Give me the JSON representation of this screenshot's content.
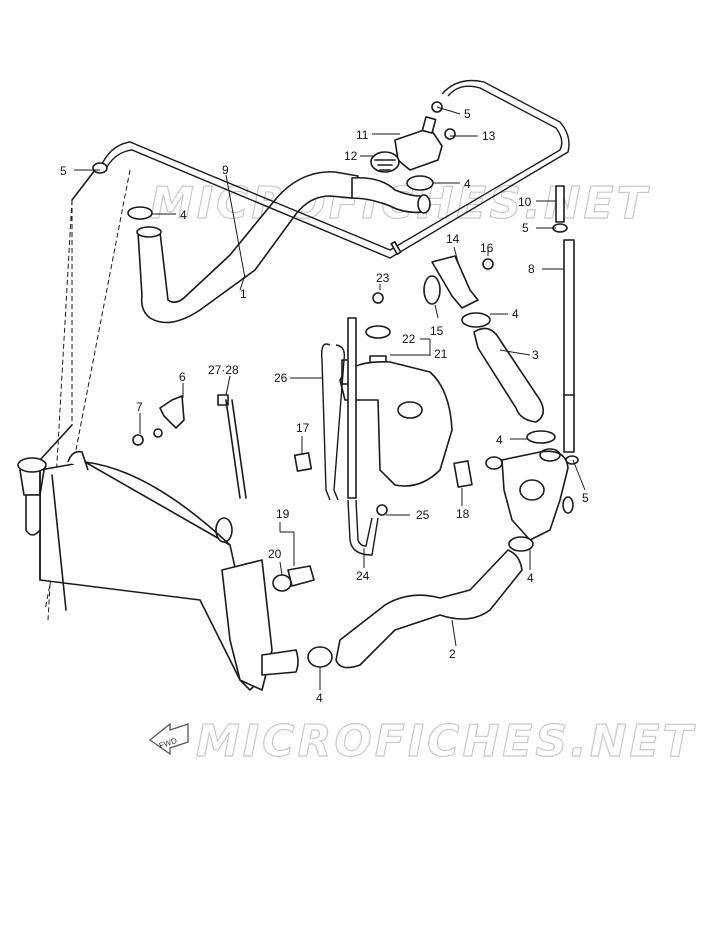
{
  "watermark": {
    "top_text": "MICROFICHES.NET",
    "bottom_text": "MICROFICHES.NET",
    "arrow_label": "FWD",
    "color": "#c9c9c9"
  },
  "callouts": {
    "c1": "1",
    "c2": "2",
    "c3": "3",
    "c4a": "4",
    "c4b": "4",
    "c4c": "4",
    "c4d": "4",
    "c4e": "4",
    "c4f": "4",
    "c5a": "5",
    "c5b": "5",
    "c5c": "5",
    "c5d": "5",
    "c6": "6",
    "c7": "7",
    "c8": "8",
    "c9": "9",
    "c10": "10",
    "c11": "11",
    "c12": "12",
    "c13": "13",
    "c14": "14",
    "c15": "15",
    "c16": "16",
    "c17": "17",
    "c18": "18",
    "c19": "19",
    "c20": "20",
    "c21": "21",
    "c22": "22",
    "c23": "23",
    "c24": "24",
    "c25": "25",
    "c26": "26",
    "c2728": "27·28"
  },
  "colors": {
    "line": "#1a1a1a",
    "background": "#ffffff"
  }
}
